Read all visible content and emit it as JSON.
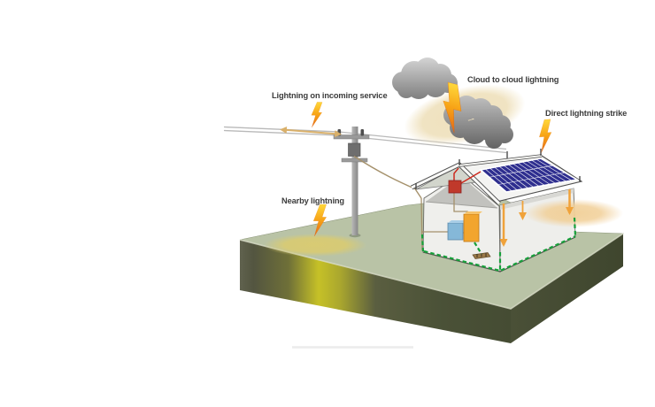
{
  "scene": {
    "labels": {
      "incoming_service": "Lightning on incoming service",
      "cloud_to_cloud": "Cloud to cloud lightning",
      "direct_strike": "Direct lightning strike",
      "nearby": "Nearby lightning"
    },
    "colors": {
      "label_text": "#3c3c3c",
      "platform_top": "#b9c3a6",
      "platform_side_dark": "#4a5037",
      "platform_glow_yellow": "#c6c127",
      "nearby_glow": "#d9cb72",
      "strike_glow": "#f1cf97",
      "cloud_glow": "#efe1bd",
      "cloud_gray_light": "#cfcfcf",
      "cloud_gray_dark": "#6a6a6a",
      "bolt_yellow": "#ffd83a",
      "bolt_orange": "#e2691a",
      "panel_blue": "#2e2e8f",
      "roof_white": "#f4f4f2",
      "wall_white": "#efefec",
      "attic_gray": "#c2c2be",
      "earth_ring_green": "#17a03a",
      "arrow_orange": "#f0a23a",
      "wire_brown": "#a5916b",
      "wire_red": "#cc2a1e",
      "box_red": "#c0392b",
      "box_blue": "#85b8d8",
      "box_orange": "#f2a52e",
      "pole_gray": "#a2a2a2",
      "power_line_gray": "#b9b9b9"
    },
    "solar_panels": {
      "rows": 3,
      "cols": 13
    }
  }
}
